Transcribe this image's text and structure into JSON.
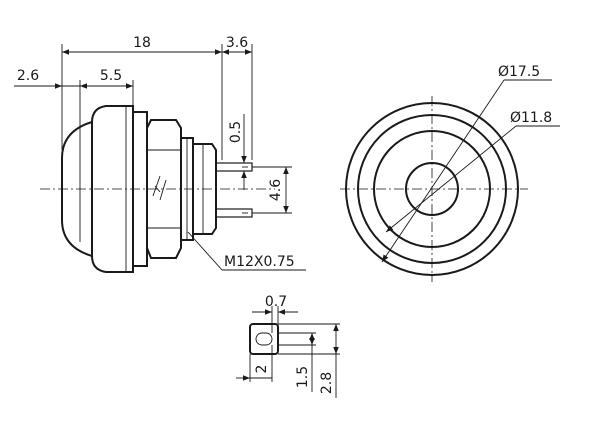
{
  "dimensions": {
    "overall_length": "18",
    "terminal_length": "3.6",
    "cap_offset": "2.6",
    "cap_length": "5.5",
    "terminal_thickness": "0.5",
    "terminal_spacing": "4.6",
    "thread_spec": "M12X0.75",
    "outer_diameter": "Ø17.5",
    "inner_diameter": "Ø11.8",
    "slot_width": "0.7",
    "slot_length": "2",
    "tab_width_small": "1.5",
    "tab_width_large": "2.8"
  }
}
